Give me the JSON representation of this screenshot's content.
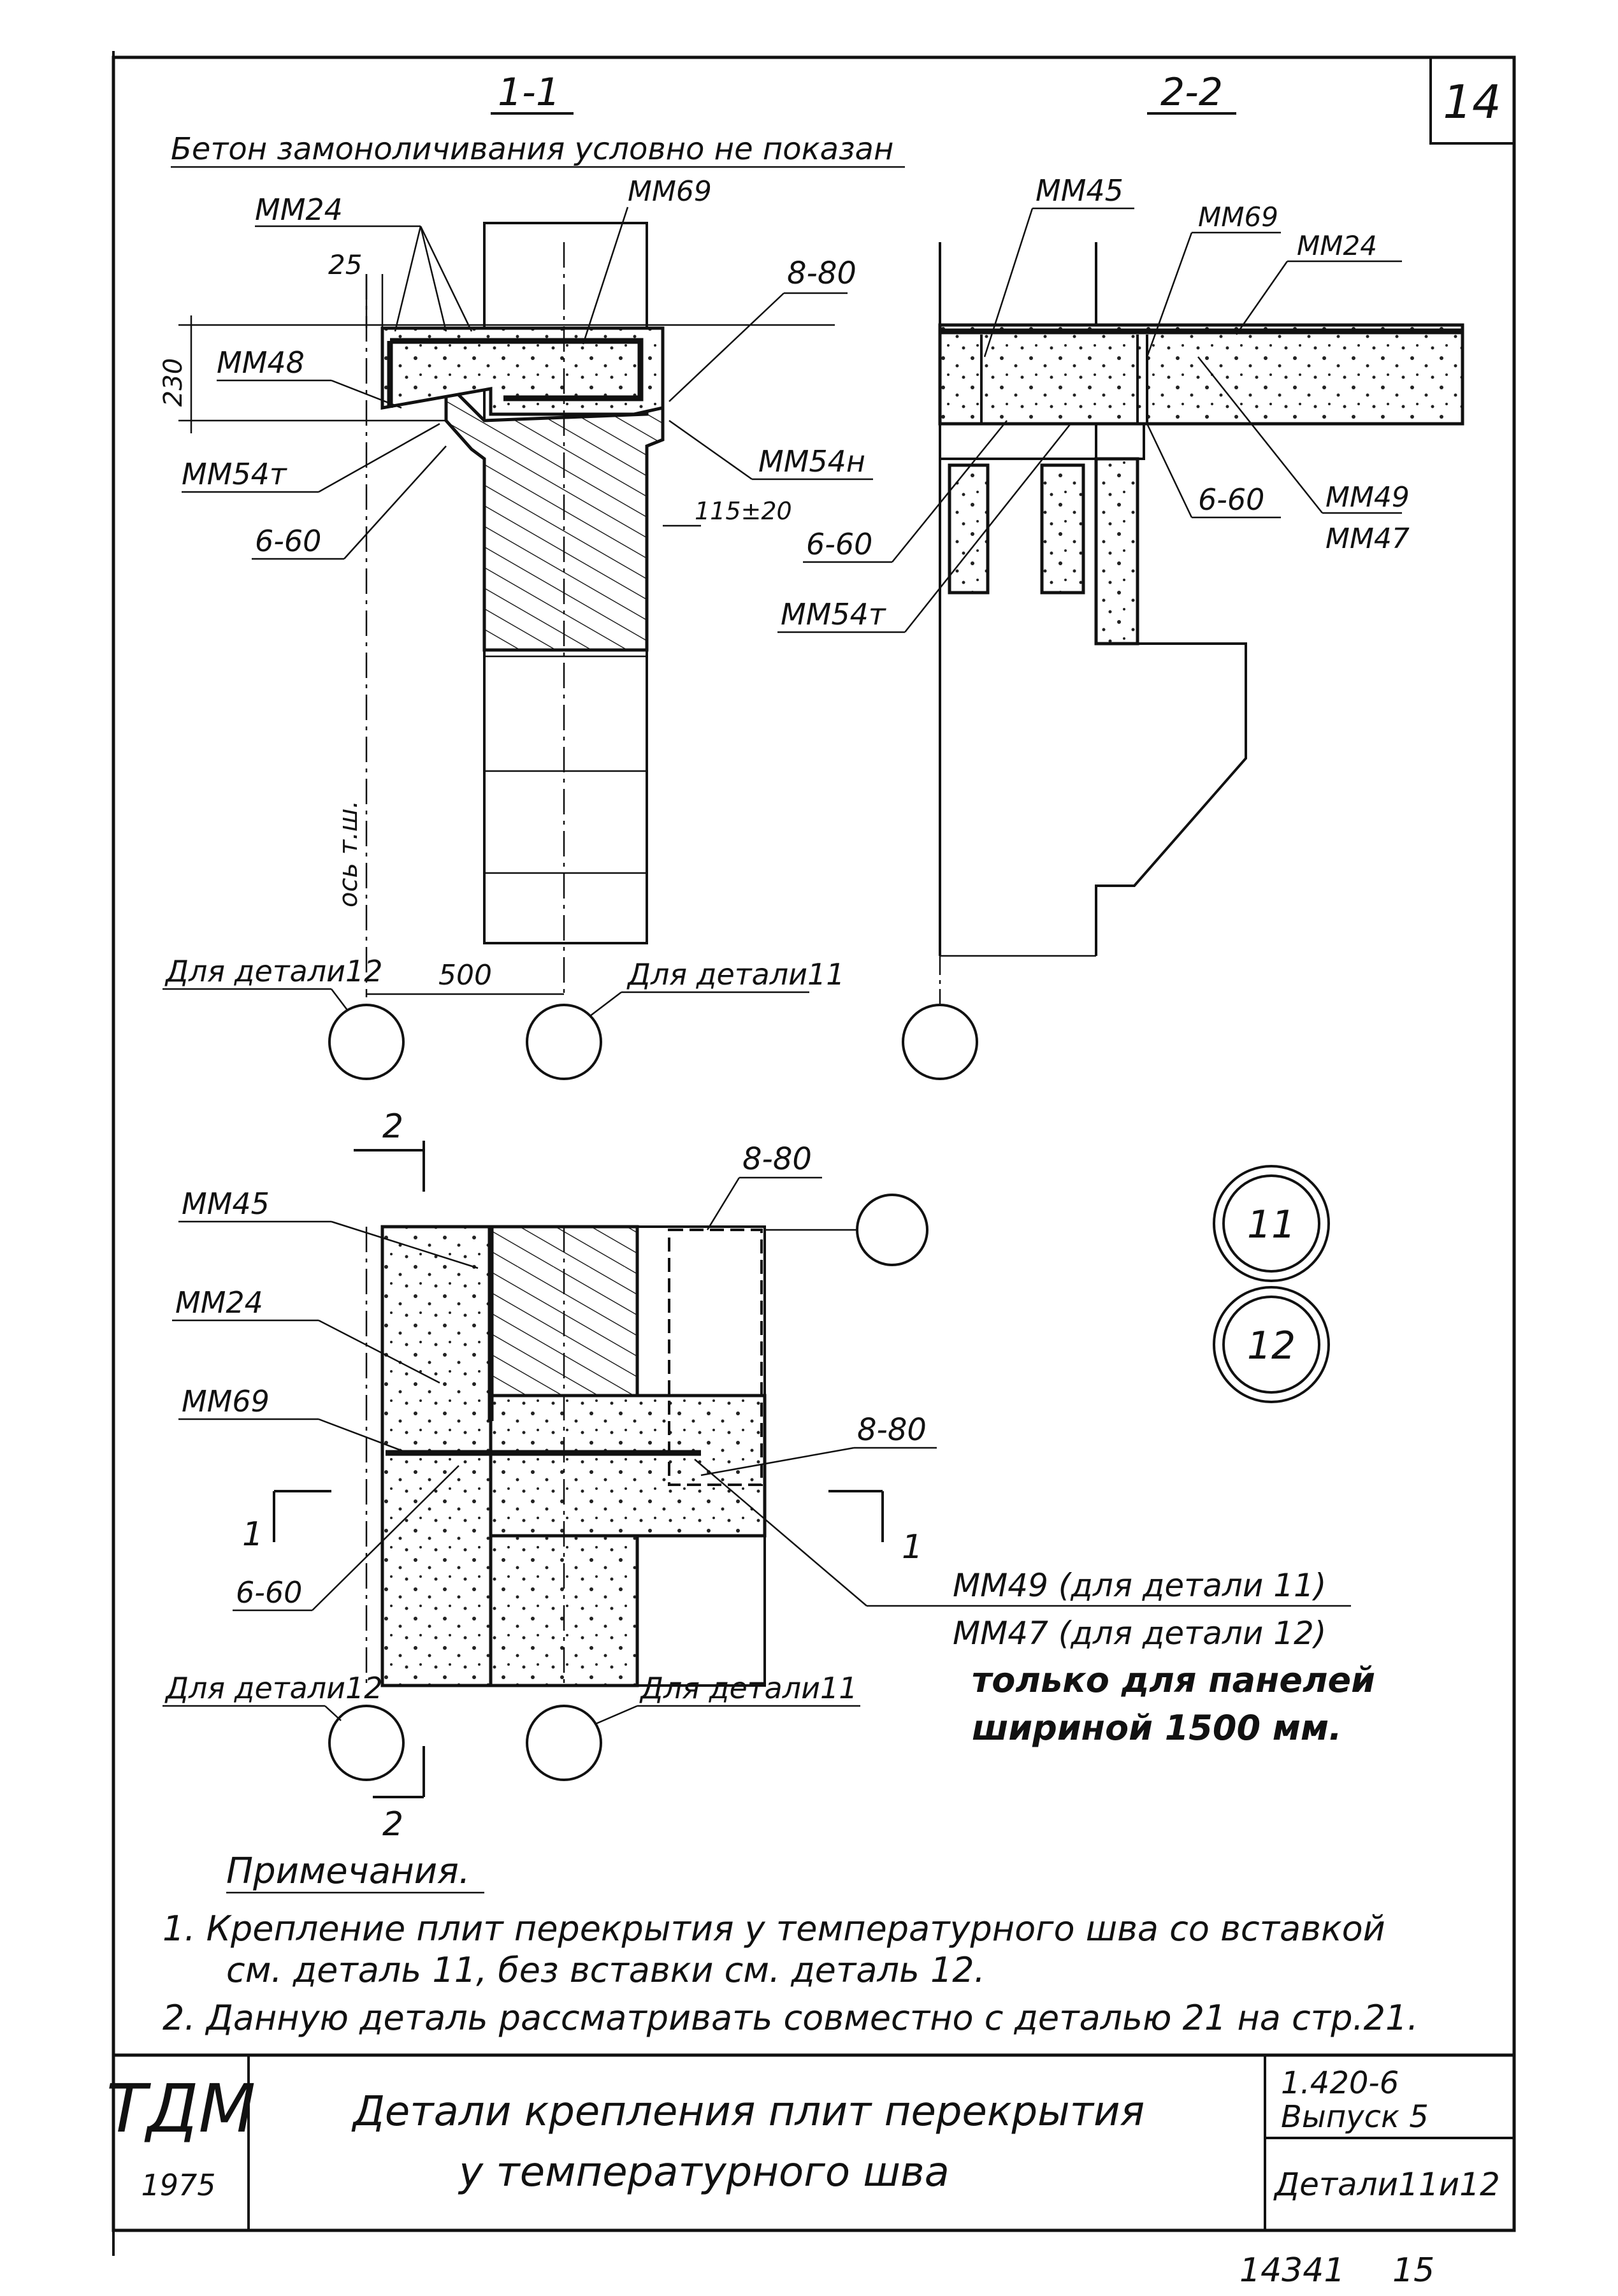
{
  "sheet_number": "14",
  "sections": {
    "s1_title": "1-1",
    "s2_title": "2-2"
  },
  "note_top": "Бетон замоноличивания условно не показан",
  "labels_s1": {
    "mm24": "ММ24",
    "mm69": "ММ69",
    "dim25": "25",
    "b80": "8-80",
    "mm48": "ММ48",
    "dim230": "230",
    "mm54t": "ММ54т",
    "mm54n": "ММ54н",
    "b60": "6-60",
    "dim115": "115±20",
    "axis": "ось т.ш.",
    "dim500": "500",
    "for12": "Для детали12",
    "for11": "Для детали11"
  },
  "labels_s2": {
    "mm45": "ММ45",
    "mm69": "ММ69",
    "mm24": "ММ24",
    "b60a": "6-60",
    "b60b": "6-60",
    "mm49": "ММ49",
    "mm47": "ММ47",
    "mm54t": "ММ54т"
  },
  "labels_plan": {
    "cut2": "2",
    "cut1": "1",
    "mm45": "ММ45",
    "b80a": "8-80",
    "mm24": "ММ24",
    "mm69": "ММ69",
    "b80b": "8-80",
    "b60": "6-60",
    "for12": "Для детали12",
    "for11": "Для детали11",
    "mm49note": "ММ49 (для детали 11)",
    "mm47note": "ММ47 (для детали 12)",
    "panels1": "только для панелей",
    "panels2": "шириной  1500 мм."
  },
  "detail_marks": {
    "d11": "11",
    "d12": "12"
  },
  "notes": {
    "heading": "Примечания.",
    "n1a": "1.  Крепление плит перекрытия у температурного шва со вставкой",
    "n1b": "см. деталь 11,  без вставки  см. деталь 12.",
    "n2": "2.  Данную деталь рассматривать совместно с деталью 21  на стр.21."
  },
  "title_block": {
    "logo": "ТДМ",
    "year": "1975",
    "title1": "Детали крепления плит перекрытия",
    "title2": "у температурного шва",
    "series": "1.420-6",
    "issue": "Выпуск 5",
    "sheet_name": "Детали11и12"
  },
  "bottom_number": "14341",
  "bottom_page": "15"
}
